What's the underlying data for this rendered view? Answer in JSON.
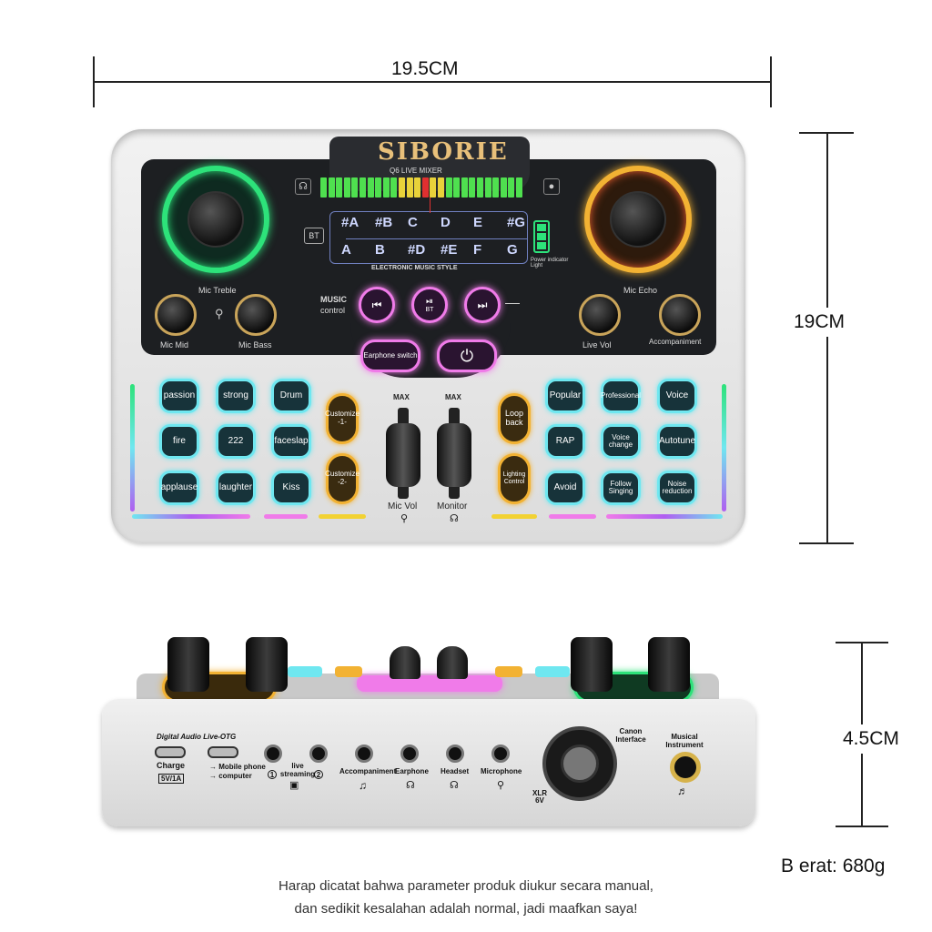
{
  "dimensions": {
    "width": "19.5CM",
    "height": "19CM",
    "depth": "4.5CM"
  },
  "weight": "B erat: 680g",
  "note_lines": [
    "Harap dicatat bahwa parameter produk diukur secara manual,",
    "dan sedikit kesalahan adalah normal, jadi maafkan saya!"
  ],
  "device": {
    "brand": "SIBORIE",
    "model": "Q6",
    "model_sub": "LIVE MIXER",
    "electronic_style": "ELECTRONIC MUSIC STYLE",
    "bt": "BT",
    "power_indicator": "Power indicator Light",
    "notes_sharp": [
      "#A",
      "#B",
      "C",
      "D",
      "E",
      "#G"
    ],
    "notes_main": [
      "A",
      "B",
      "#D",
      "#E",
      "F",
      "G"
    ],
    "knobs": {
      "mic_treble": "Mic Treble",
      "mic_echo": "Mic Echo",
      "mic_mid": "Mic Mid",
      "mic_bass": "Mic Bass",
      "live_vol": "Live Vol",
      "accompaniment": "Accompaniment"
    },
    "music_control": [
      "MUSIC",
      "control"
    ],
    "bt_button": "BT",
    "earphone_switch": "Earphone switch",
    "left_pads": [
      "passion",
      "strong",
      "Drum",
      "fire",
      "222",
      "faceslap",
      "applause",
      "laughter",
      "Kiss"
    ],
    "right_pads": [
      "Popular",
      "Professional",
      "Voice",
      "RAP",
      "Voice change",
      "Autotune",
      "Avoid",
      "Follow Singing",
      "Noise reduction"
    ],
    "customize_1": "Customize -1-",
    "customize_2": "Customize -2-",
    "loop_back": "Loop back",
    "lighting_control": "Lighting Control",
    "max": "MAX",
    "mic_vol": "Mic Vol",
    "monitor": "Monitor"
  },
  "side": {
    "digital_audio": "Digital Audio Live-OTG",
    "charge": "Charge",
    "charge_spec": "5V/1A",
    "mobile_phone": "Mobile phone",
    "computer": "computer",
    "live_streaming": "live streaming",
    "live_numbers": [
      "1",
      "2"
    ],
    "accompaniment": "Accompaniment",
    "earphone": "Earphone",
    "headset": "Headset",
    "microphone": "Microphone",
    "canon_interface": "Canon Interface",
    "xlr": "XLR 6V",
    "musical_instrument": "Musical Instrument"
  },
  "colors": {
    "cyan": "#6fe7f0",
    "pink": "#f07be9",
    "amber": "#f2b233",
    "green": "#2de27a"
  }
}
